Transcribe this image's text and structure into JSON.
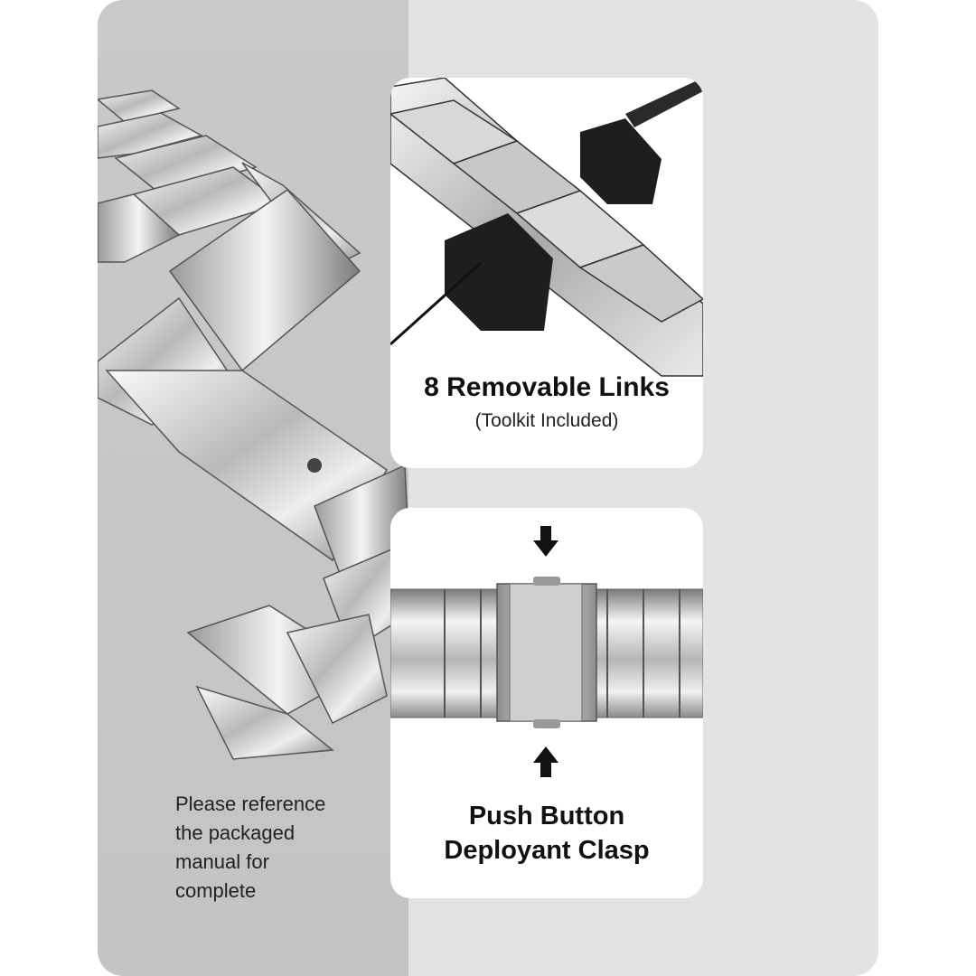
{
  "left": {
    "note_lines": [
      "Please reference",
      "the packaged",
      "manual for",
      "complete"
    ]
  },
  "card_links": {
    "title": "8 Removable Links",
    "subtitle": "(Toolkit Included)"
  },
  "card_clasp": {
    "title_lines": [
      "Push Button",
      "Deployant Clasp"
    ]
  },
  "colors": {
    "panel": "#e3e3e3",
    "left_panel": "#c6c6c6",
    "card": "#ffffff",
    "text": "#111111",
    "metal_light": "#f2f2f2",
    "metal_dark": "#6f6f6f"
  }
}
